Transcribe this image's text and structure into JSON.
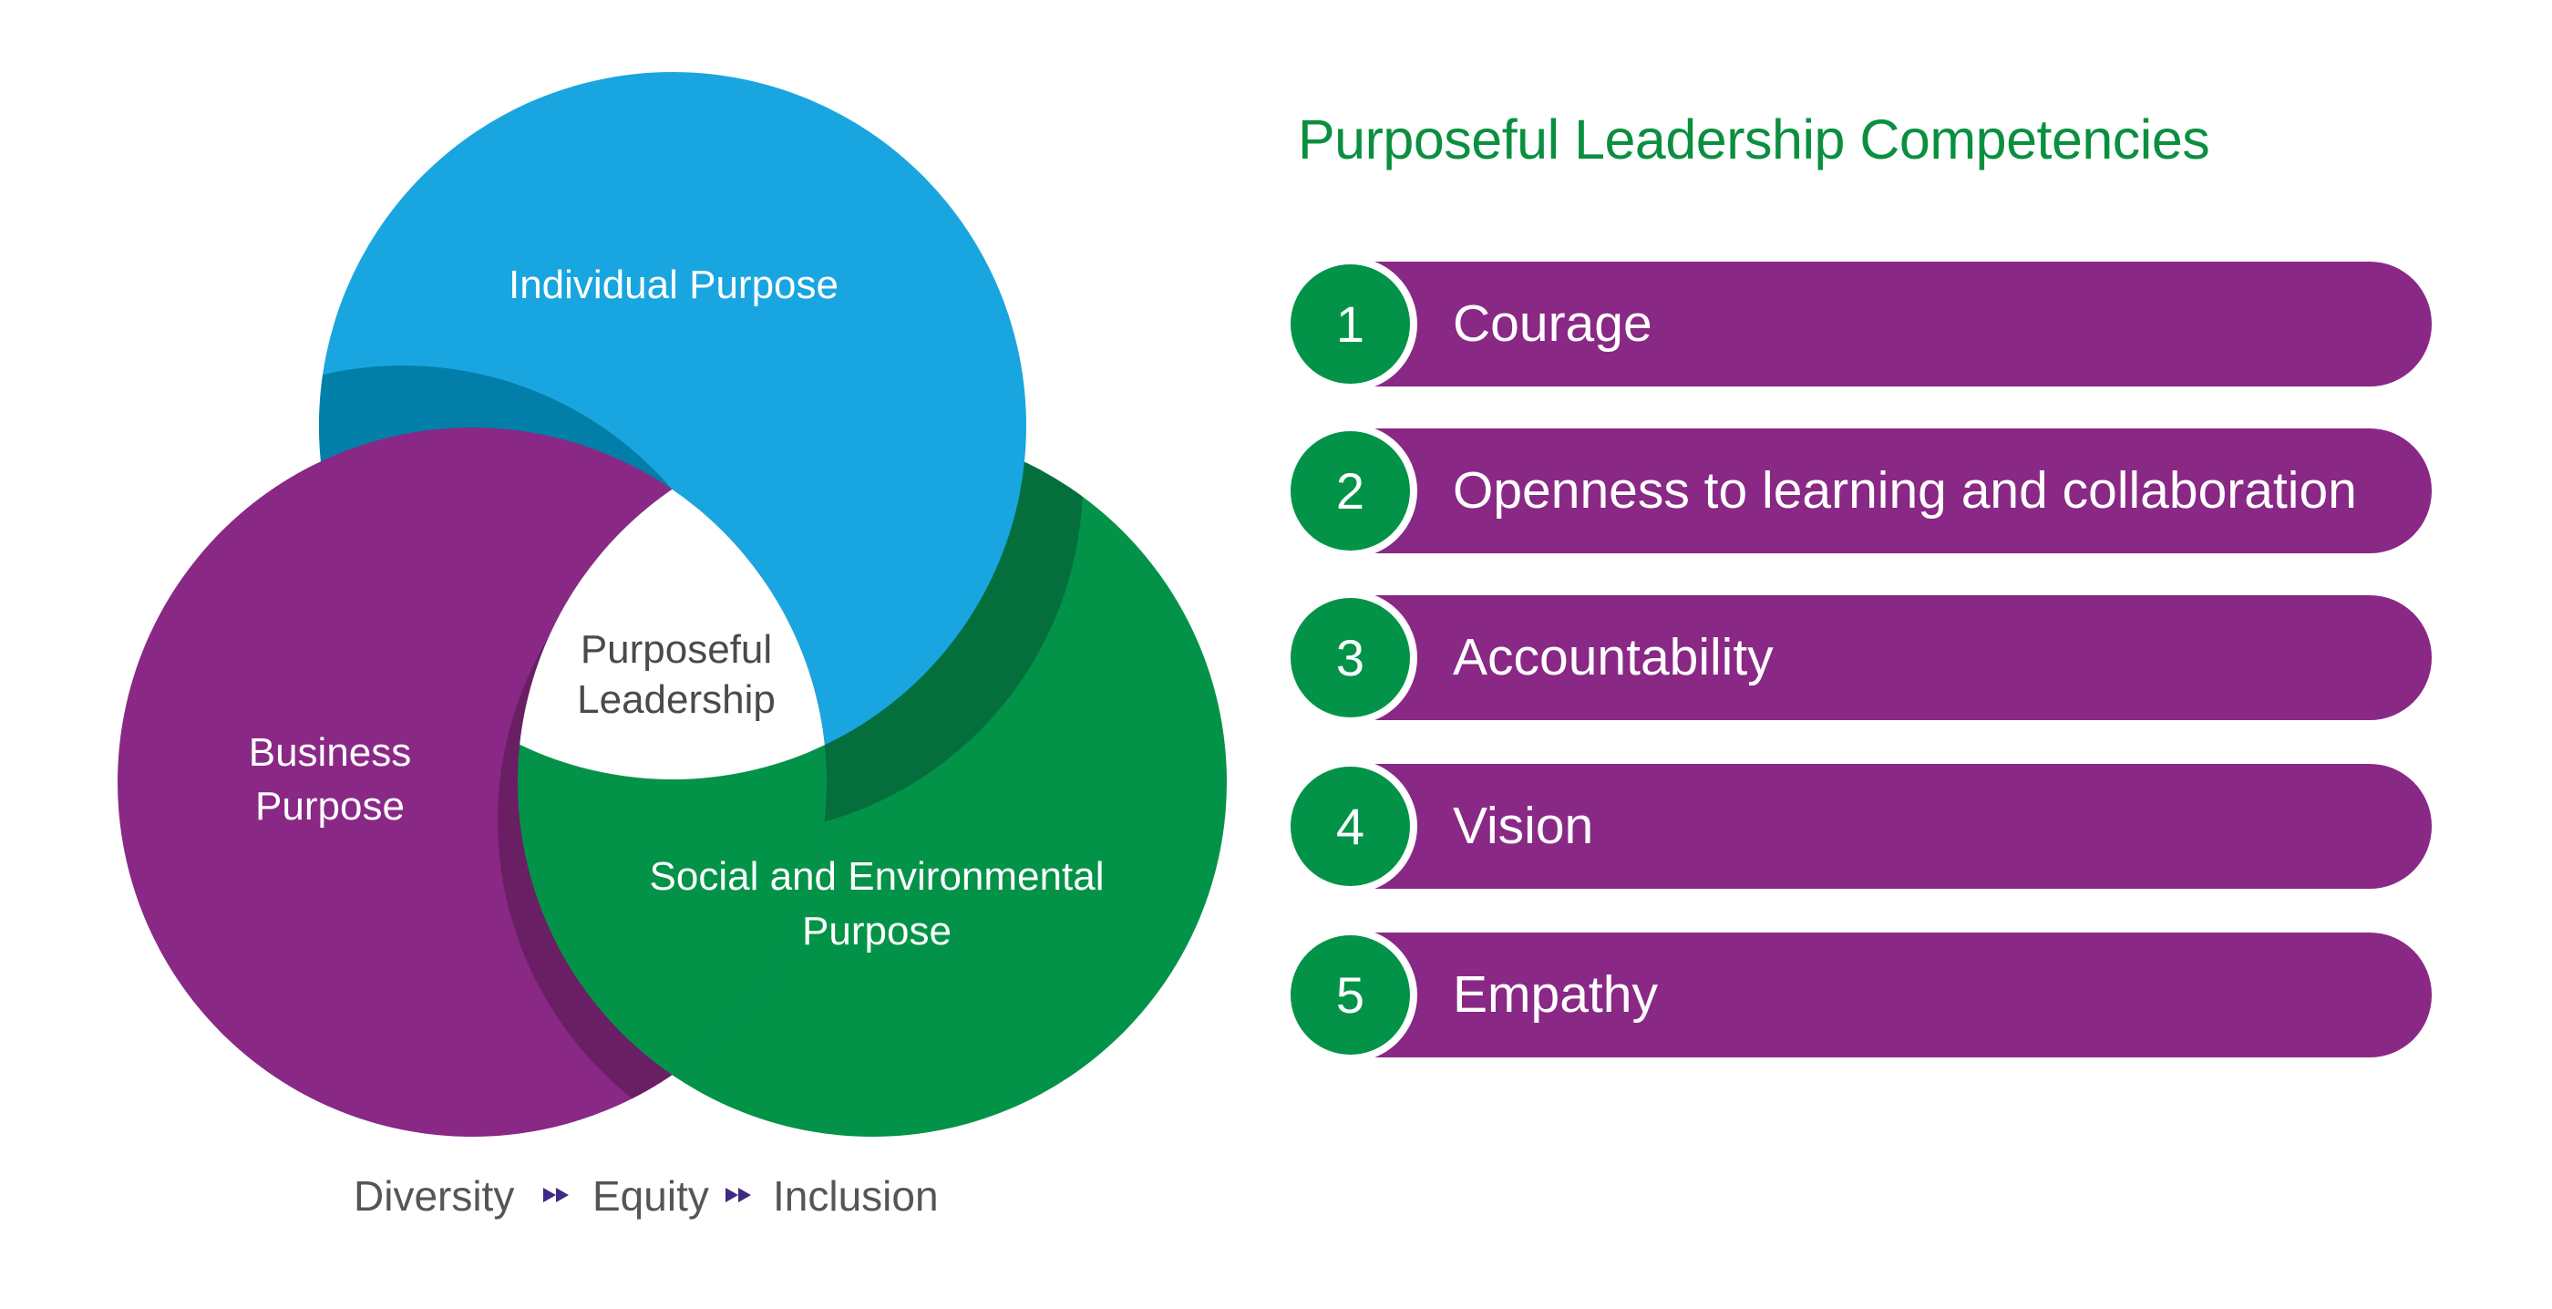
{
  "venn": {
    "individual": "Individual Purpose",
    "business": [
      "Business",
      "Purpose"
    ],
    "social": [
      "Social and Environmental",
      "Purpose"
    ],
    "center": [
      "Purposeful",
      "Leadership"
    ],
    "footer": {
      "items": [
        "Diversity",
        "Equity",
        "Inclusion"
      ],
      "separator_icon": "double-arrow-right"
    },
    "colors": {
      "blue": "#19a6e0",
      "purple": "#8a2886",
      "green": "#039348",
      "blue_shadow": "#027fa8",
      "green_shadow": "#046f3c",
      "purple_shadow": "#6a1f64"
    }
  },
  "competencies": {
    "title": "Purposeful Leadership Competencies",
    "items": [
      {
        "number": "1",
        "label": "Courage"
      },
      {
        "number": "2",
        "label": "Openness to learning and collaboration"
      },
      {
        "number": "3",
        "label": "Accountability"
      },
      {
        "number": "4",
        "label": "Vision"
      },
      {
        "number": "5",
        "label": "Empathy"
      }
    ]
  }
}
